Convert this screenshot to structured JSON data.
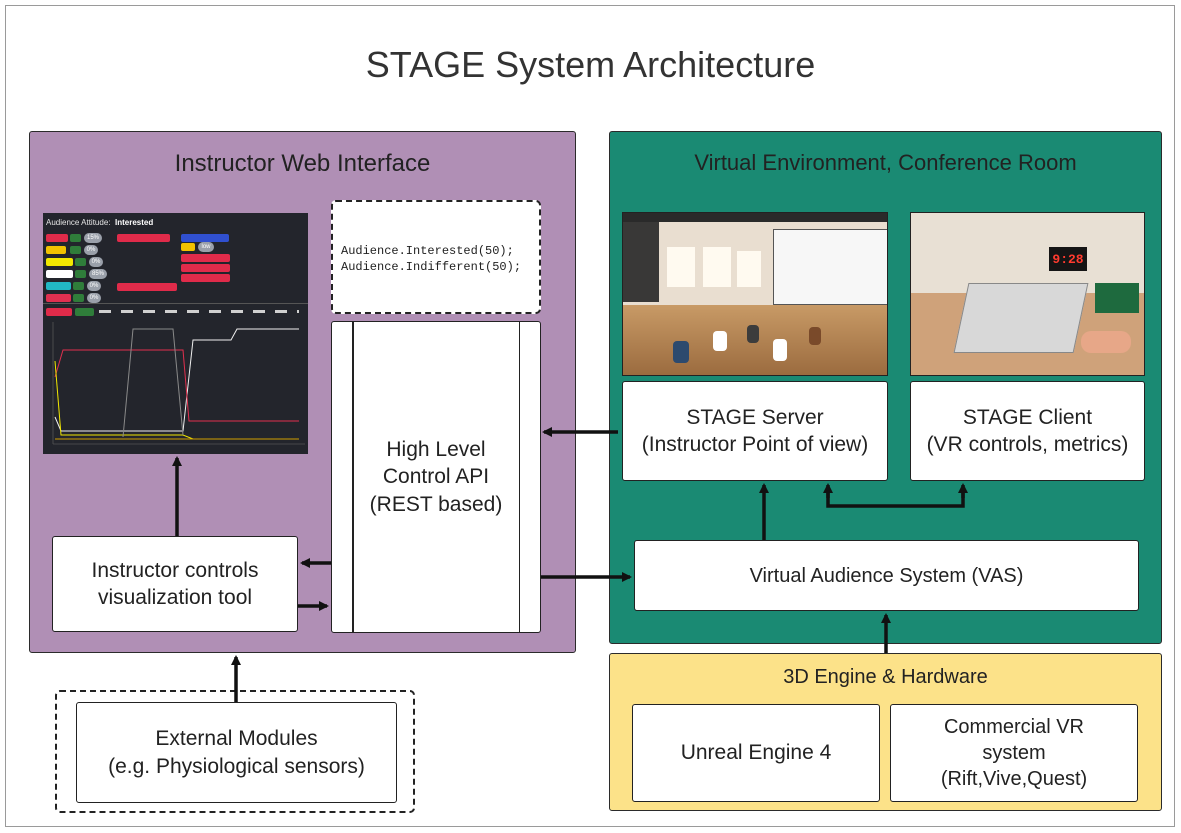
{
  "title": "STAGE System Architecture",
  "panels": {
    "instructor": {
      "title": "Instructor Web Interface",
      "color": "#b08fb5"
    },
    "virtual_env": {
      "title": "Virtual Environment, Conference Room",
      "color": "#1a8a73"
    },
    "engine": {
      "title": "3D Engine & Hardware",
      "color": "#fce289"
    }
  },
  "code_lines": [
    "Audience.Interested(50);",
    "Audience.Indifferent(50);"
  ],
  "boxes": {
    "api": [
      "High Level",
      "Control API",
      "(REST based)"
    ],
    "viz_tool": [
      "Instructor controls",
      "visualization tool"
    ],
    "external": [
      "External Modules",
      "(e.g. Physiological sensors)"
    ],
    "server": [
      "STAGE Server",
      "(Instructor Point of view)"
    ],
    "client": [
      "STAGE Client",
      "(VR controls, metrics)"
    ],
    "vas": "Virtual Audience System (VAS)",
    "unreal": "Unreal Engine 4",
    "vr": [
      "Commercial VR",
      "system",
      "(Rift,Vive,Quest)"
    ]
  },
  "dashboard": {
    "header_label": "Audience Attitude:",
    "header_value": "Interested",
    "pct_badges": [
      "15%",
      "0%",
      "0%",
      "85%",
      "0%",
      "0%"
    ],
    "level_badge": "low"
  },
  "vr_clock": "9:28",
  "icons": [
    "arrow-icon"
  ]
}
